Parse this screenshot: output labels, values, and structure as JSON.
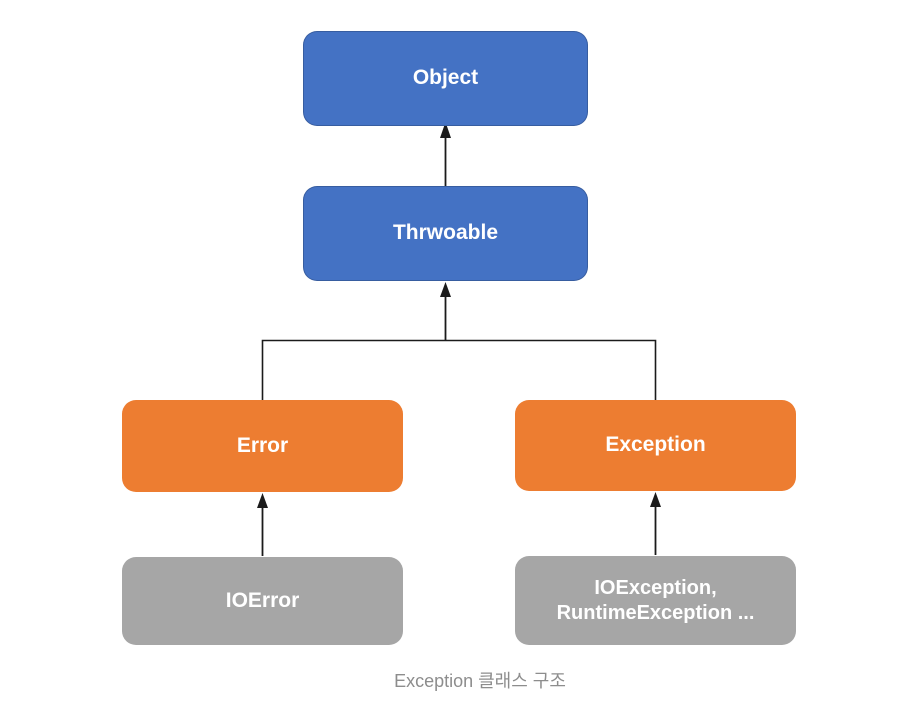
{
  "diagram": {
    "caption": "Exception 클래스 구조",
    "colors": {
      "class_blue": "#4472C4",
      "class_orange": "#ED7D31",
      "class_gray": "#A6A6A6",
      "line": "#1b1b1b",
      "caption_gray": "#8d8d8d",
      "node_text": "#ffffff"
    },
    "nodes": [
      {
        "id": "object",
        "label": "Object",
        "style": "blue"
      },
      {
        "id": "throwable",
        "label": "Thrwoable",
        "style": "blue"
      },
      {
        "id": "error",
        "label": "Error",
        "style": "orange"
      },
      {
        "id": "exception",
        "label": "Exception",
        "style": "orange"
      },
      {
        "id": "ioerror",
        "label": "IOError",
        "style": "gray"
      },
      {
        "id": "leafgroup",
        "label": "IOException,\nRuntimeException ...",
        "style": "gray"
      }
    ],
    "edges": [
      {
        "from": "throwable",
        "to": "object"
      },
      {
        "from": "error",
        "to": "throwable"
      },
      {
        "from": "exception",
        "to": "throwable"
      },
      {
        "from": "ioerror",
        "to": "error"
      },
      {
        "from": "leafgroup",
        "to": "exception"
      }
    ]
  }
}
